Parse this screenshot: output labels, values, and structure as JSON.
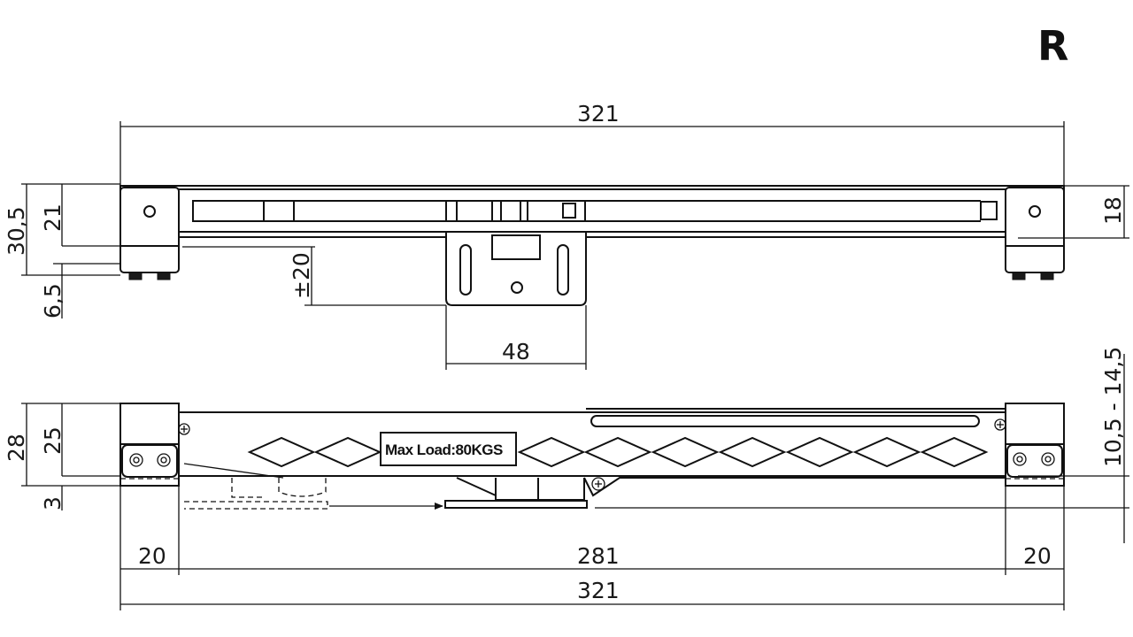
{
  "drawing_mark": "R",
  "top_view": {
    "overall_length": "321",
    "height_total": "30,5",
    "height_upper": "21",
    "foot_height": "6,5",
    "adjust_range": "±20",
    "bracket_width": "48",
    "right_height": "18"
  },
  "side_view": {
    "label": "Max Load:80KGS",
    "height_total": "28",
    "height_upper": "25",
    "offset_lower": "3",
    "adjust_height": "10,5 - 14,5",
    "end_left": "20",
    "middle_length": "281",
    "end_right": "20",
    "overall_length": "321"
  }
}
